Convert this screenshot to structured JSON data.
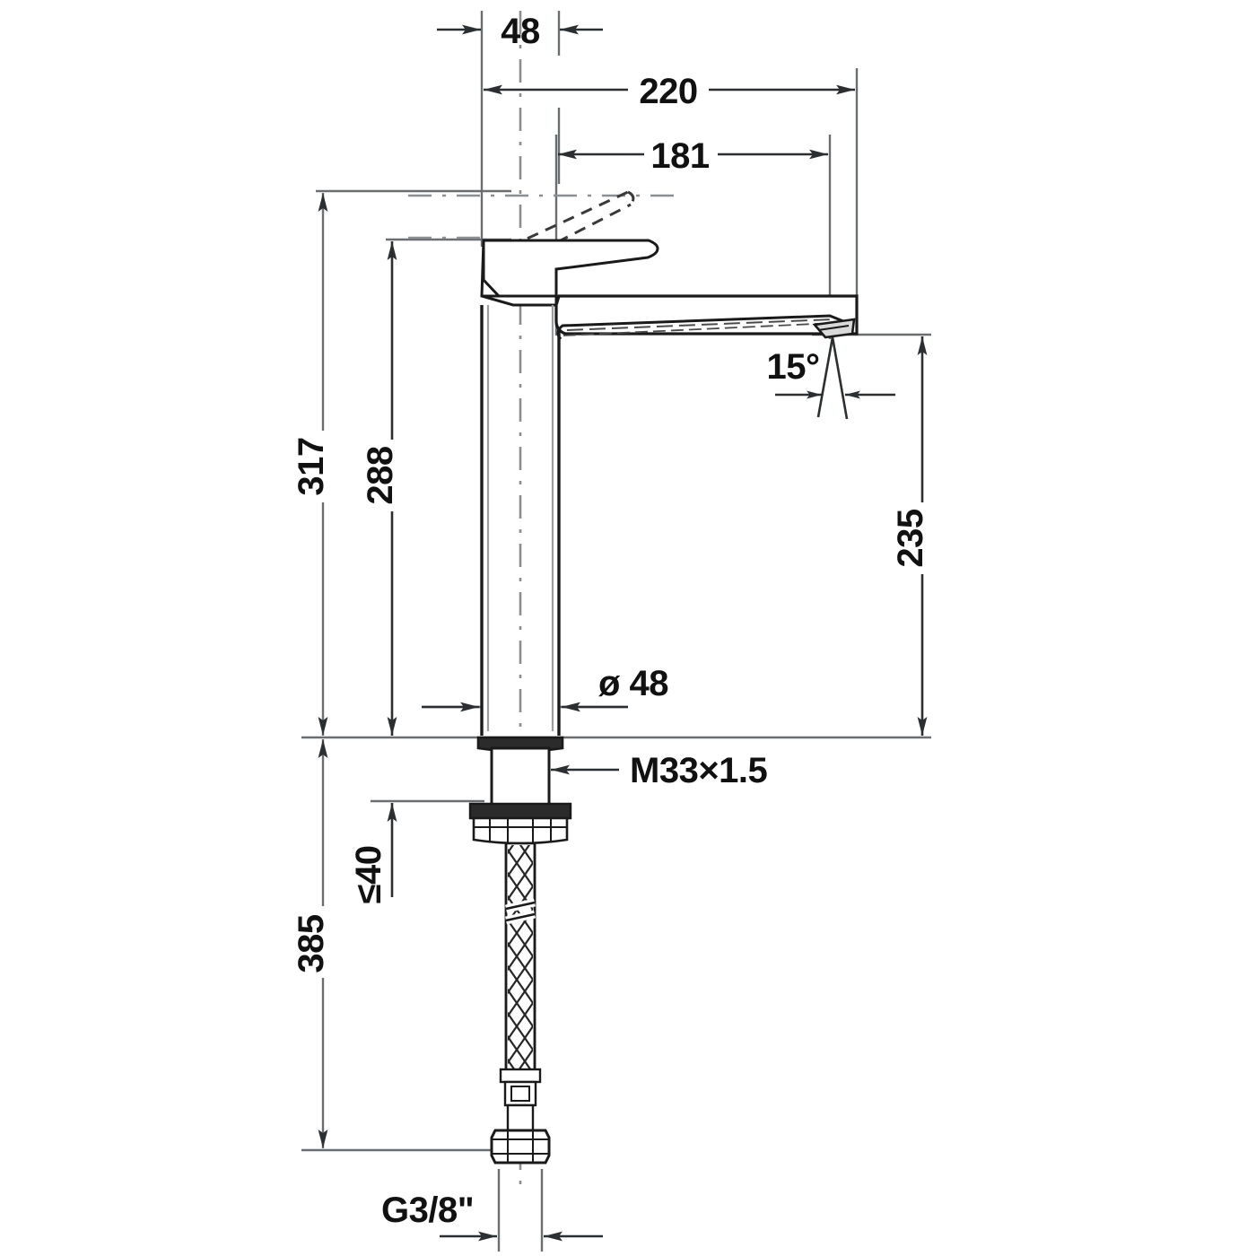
{
  "drawing": {
    "kind": "technical-dimension-drawing",
    "subject": "single-lever basin mixer tap (tall vessel faucet)",
    "units": "mm",
    "line_color": "#1a1a1a",
    "dimension_color": "#55595c",
    "background": "#ffffff"
  },
  "dimensions": {
    "spout_flange_width": {
      "label": "48",
      "value": 48,
      "orientation": "horizontal",
      "position": "top"
    },
    "overall_reach": {
      "label": "220",
      "value": 220,
      "orientation": "horizontal",
      "position": "top"
    },
    "spout_projection": {
      "label": "181",
      "value": 181,
      "orientation": "horizontal",
      "position": "top"
    },
    "overall_height": {
      "label": "317",
      "value": 317,
      "orientation": "vertical",
      "position": "left-outer"
    },
    "spout_height": {
      "label": "288",
      "value": 288,
      "orientation": "vertical",
      "position": "left-inner"
    },
    "height_with_hose": {
      "label": "385",
      "value": 385,
      "orientation": "vertical",
      "position": "left-outer-lower"
    },
    "aerator_height": {
      "label": "235",
      "value": 235,
      "orientation": "vertical",
      "position": "right"
    },
    "max_counter_thickness": {
      "label": "≤40",
      "value": 40,
      "orientation": "vertical",
      "position": "left-lower"
    },
    "body_diameter": {
      "label": "ø 48",
      "value": 48,
      "orientation": "horizontal",
      "position": "mid-right"
    },
    "mounting_thread": {
      "label": "M33×1.5",
      "orientation": "leader",
      "position": "mid-right-lower"
    },
    "outlet_angle": {
      "label": "15°",
      "value": 15,
      "orientation": "angular",
      "position": "spout-tip"
    },
    "supply_thread": {
      "label": "G3/8\"",
      "orientation": "leader",
      "position": "bottom"
    }
  }
}
